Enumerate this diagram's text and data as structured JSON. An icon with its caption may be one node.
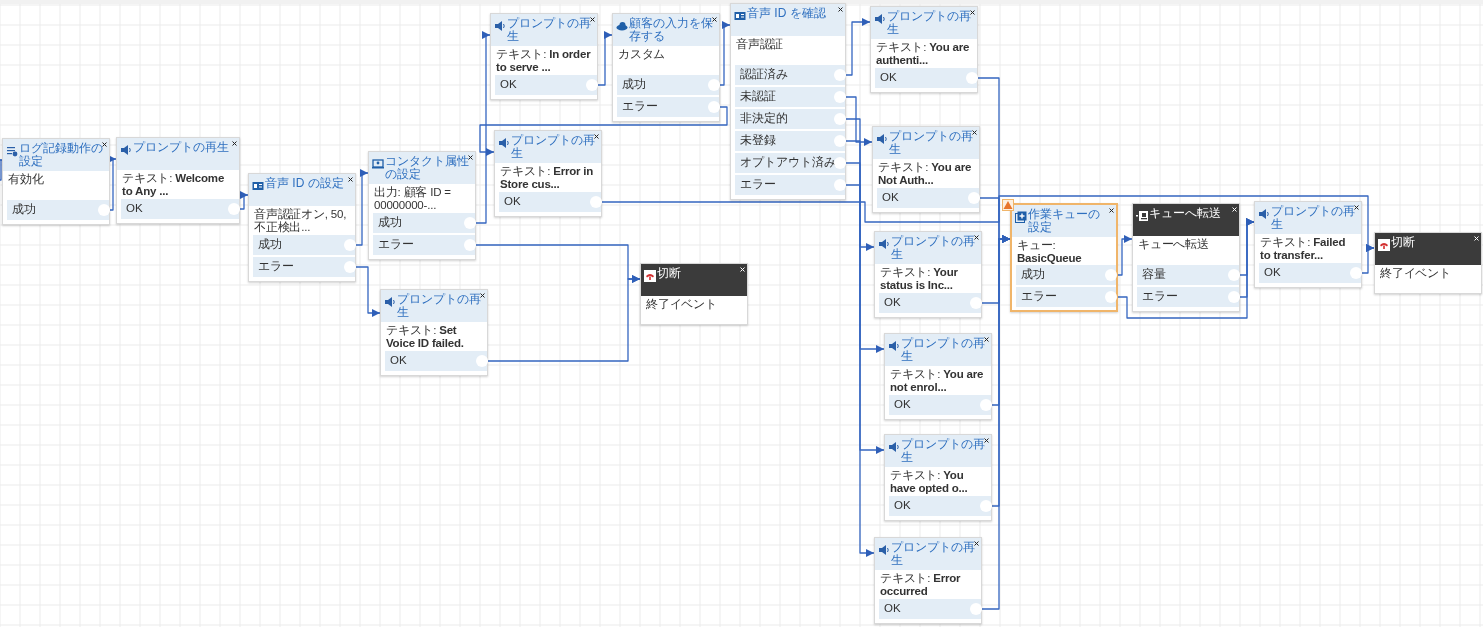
{
  "diagram": {
    "nodes": [
      {
        "text": [
          "ログ記録動作の設定",
          "有効化"
        ]
      },
      {
        "text": [
          "成功"
        ],
        "in": 0
      },
      {
        "text": [
          "プロンプトの再生",
          "テキスト: **Welcome to Any ...**"
        ]
      },
      {
        "text": [
          "OK"
        ],
        "in": 2
      },
      {
        "text": [
          "音声 ID の設定",
          "音声認証オン, 50,不正検出..."
        ]
      },
      {
        "text": [
          "成功"
        ],
        "in": 4
      },
      {
        "text": [
          "エラー"
        ],
        "in": 4
      },
      {
        "text": [
          "コンタクト属性の設定",
          "出力: 顧客 ID = 00000000-..."
        ]
      },
      {
        "text": [
          "成功"
        ],
        "in": 7
      },
      {
        "text": [
          "エラー"
        ],
        "in": 7
      },
      {
        "text": [
          "プロンプトの再生",
          "テキスト: **In order to serve ...**"
        ]
      },
      {
        "text": [
          "OK"
        ],
        "in": 10
      },
      {
        "text": [
          "顧客の入力を保存する",
          "カスタム"
        ]
      },
      {
        "text": [
          "成功"
        ],
        "in": 12
      },
      {
        "text": [
          "エラー"
        ],
        "in": 12
      },
      {
        "text": [
          "音声 ID を確認",
          "音声認証"
        ]
      },
      {
        "text": [
          "認証済み"
        ],
        "in": 15
      },
      {
        "text": [
          "未認証"
        ],
        "in": 15
      },
      {
        "text": [
          "非決定的"
        ],
        "in": 15
      },
      {
        "text": [
          "未登録"
        ],
        "in": 15
      },
      {
        "text": [
          "オプトアウト済み"
        ],
        "in": 15
      },
      {
        "text": [
          "エラー"
        ],
        "in": 15
      },
      {
        "text": [
          "プロンプトの再生",
          "テキスト: **Error in Store cus...**"
        ]
      },
      {
        "text": [
          "OK"
        ],
        "in": 22
      },
      {
        "text": [
          "プロンプトの再生",
          "テキスト: **Set Voice ID failed.**"
        ]
      },
      {
        "text": [
          "OK"
        ],
        "in": 24
      },
      {
        "text": [
          "切断",
          "終了イベント"
        ]
      },
      {
        "text": [
          "プロンプトの再生",
          "テキスト: **You are authenti...**"
        ]
      },
      {
        "text": [
          "OK"
        ],
        "in": 27
      },
      {
        "text": [
          "プロンプトの再生",
          "テキスト: **You are Not Auth...**"
        ]
      },
      {
        "text": [
          "OK"
        ],
        "in": 29
      },
      {
        "text": [
          "プロンプトの再生",
          "テキスト: **Your status is Inc...**"
        ]
      },
      {
        "text": [
          "OK"
        ],
        "in": 31
      },
      {
        "text": [
          "プロンプトの再生",
          "テキスト: **You are not enrol...**"
        ]
      },
      {
        "text": [
          "OK"
        ],
        "in": 33
      },
      {
        "text": [
          "プロンプトの再生",
          "テキスト: **You have opted o...**"
        ]
      },
      {
        "text": [
          "OK"
        ],
        "in": 35
      },
      {
        "text": [
          "プロンプトの再生",
          "テキスト: **Error occurred**"
        ]
      },
      {
        "text": [
          "OK"
        ],
        "in": 37
      },
      {
        "text": [
          "作業キューの設定",
          "キュー: **BasicQueue**"
        ]
      },
      {
        "text": [
          "成功"
        ],
        "in": 39
      },
      {
        "text": [
          "エラー"
        ],
        "in": 39
      },
      {
        "text": [
          "キューへ転送",
          "キューへ転送"
        ]
      },
      {
        "text": [
          "容量"
        ],
        "in": 42
      },
      {
        "text": [
          "エラー"
        ],
        "in": 42
      },
      {
        "text": [
          "プロンプトの再生",
          "テキスト: **Failed to transfer...**"
        ]
      },
      {
        "text": [
          "OK"
        ],
        "in": 45
      },
      {
        "text": [
          "切断",
          "終了イベント"
        ]
      }
    ],
    "edges": [
      {
        "from": null,
        "to": 0,
        "arrow": "to"
      },
      {
        "from": 1,
        "to": 2,
        "arrow": "to"
      },
      {
        "from": 3,
        "to": 4,
        "arrow": "to"
      },
      {
        "from": 5,
        "to": 7,
        "arrow": "to"
      },
      {
        "from": 6,
        "to": 24,
        "arrow": "to"
      },
      {
        "from": 8,
        "to": 10,
        "arrow": "to"
      },
      {
        "from": 9,
        "to": 26,
        "arrow": "to"
      },
      {
        "from": 11,
        "to": 12,
        "arrow": "to"
      },
      {
        "from": 13,
        "to": 15,
        "arrow": "to"
      },
      {
        "from": 14,
        "to": 22,
        "arrow": "to"
      },
      {
        "from": 16,
        "to": 27,
        "arrow": "to"
      },
      {
        "from": 17,
        "to": 29,
        "arrow": "to"
      },
      {
        "from": 18,
        "to": 31,
        "arrow": "to"
      },
      {
        "from": 19,
        "to": 33,
        "arrow": "to"
      },
      {
        "from": 20,
        "to": 35,
        "arrow": "to"
      },
      {
        "from": 21,
        "to": 37,
        "arrow": "to"
      },
      {
        "from": 23,
        "to": 47,
        "arrow": "to"
      },
      {
        "from": 25,
        "to": 26,
        "arrow": "to"
      },
      {
        "from": 28,
        "to": 39,
        "arrow": "to"
      },
      {
        "from": 30,
        "to": 39,
        "arrow": "to"
      },
      {
        "from": 32,
        "to": 39,
        "arrow": "to"
      },
      {
        "from": 34,
        "to": 39,
        "arrow": "to"
      },
      {
        "from": 36,
        "to": 39,
        "arrow": "to"
      },
      {
        "from": 38,
        "to": 39,
        "arrow": "to"
      },
      {
        "from": 40,
        "to": 42,
        "arrow": "to"
      },
      {
        "from": 41,
        "to": 45,
        "arrow": "to"
      },
      {
        "from": 43,
        "to": 45,
        "arrow": "to"
      },
      {
        "from": 44,
        "to": 45,
        "arrow": "to"
      },
      {
        "from": 46,
        "to": 47,
        "arrow": "to"
      }
    ]
  }
}
